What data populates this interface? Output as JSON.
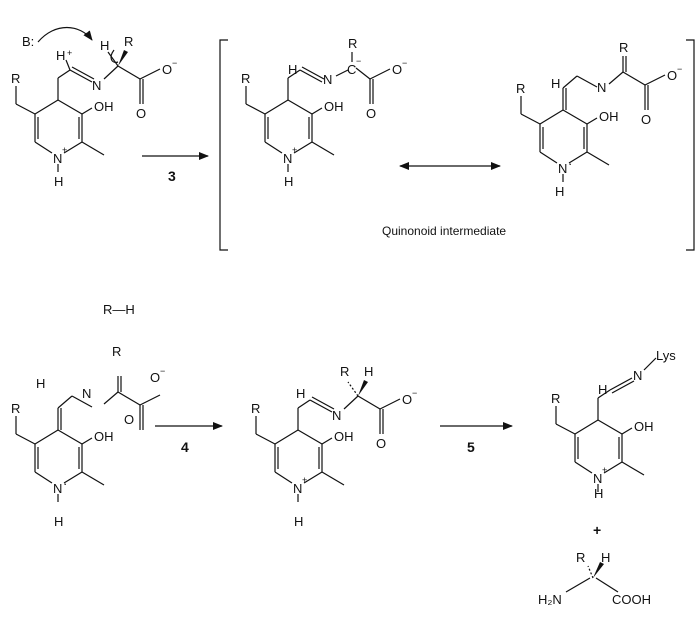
{
  "atoms": {
    "N": "N",
    "H": "H",
    "R": "R",
    "OH": "OH",
    "O": "O",
    "plus": "+",
    "minus": "−",
    "lone_pair": "·",
    "base": "B:",
    "lys": "Lys",
    "h2n": "H₂N",
    "cooh": "COOH",
    "c": "C"
  },
  "step_labels": [
    "3",
    "4",
    "5"
  ],
  "caption": "Quinonoid intermediate",
  "byproduct": "R—H",
  "plus_sign": "+"
}
